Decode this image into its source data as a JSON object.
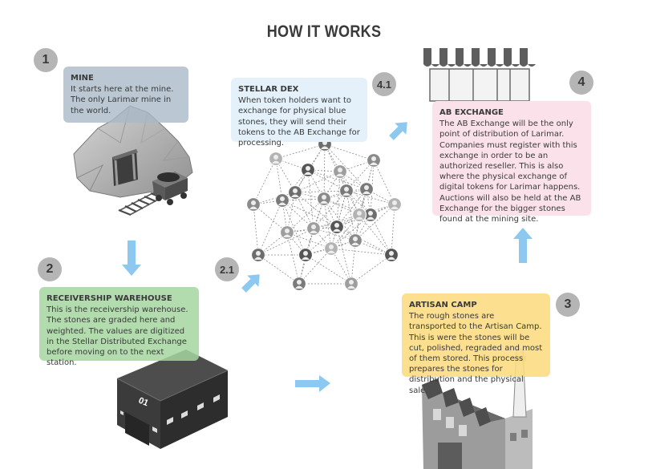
{
  "title": "HOW IT WORKS",
  "steps": {
    "mine": {
      "number": "1",
      "heading": "MINE",
      "body": "It starts here at the mine. The only Larimar mine in the world."
    },
    "receivership": {
      "number": "2",
      "heading": "RECEIVERSHIP WAREHOUSE",
      "body": "This is the receivership warehouse. The stones are graded here and weighted. The values are digitized in the Stellar Distributed Exchange before moving on to the next station."
    },
    "dex_arrow": {
      "number": "2.1"
    },
    "artisan": {
      "number": "3",
      "heading": "ARTISAN CAMP",
      "body": "The rough stones are transported to the Artisan Camp. This is were the stones will be cut, polished, regraded and most of them stored. This process prepares the stones for distribution and the physical sale."
    },
    "exchange": {
      "number": "4",
      "heading": "AB EXCHANGE",
      "body": "The AB Exchange will be the only point of distribution of Larimar. Companies must register with this exchange in order to be an authorized reseller. This is also where the physical exchange of digital tokens for Larimar happens. Auctions will also be held at the AB Exchange for the bigger stones found at the mining site."
    },
    "dex": {
      "number": "4.1",
      "heading": "STELLAR DEX",
      "body": "When token holders want to exchange for physical blue stones, they will send their tokens to the AB Exchange for processing."
    }
  },
  "warehouse_label": "01",
  "colors": {
    "arrow": "#8cc8ef",
    "badge": "#b5b5b5",
    "mine_box": "#a8b8c6",
    "dex_box": "#e4f1fa",
    "exchange_box": "#fbe2ea",
    "receivership_box": "#a4d6a0",
    "artisan_box": "#fcdc80"
  }
}
